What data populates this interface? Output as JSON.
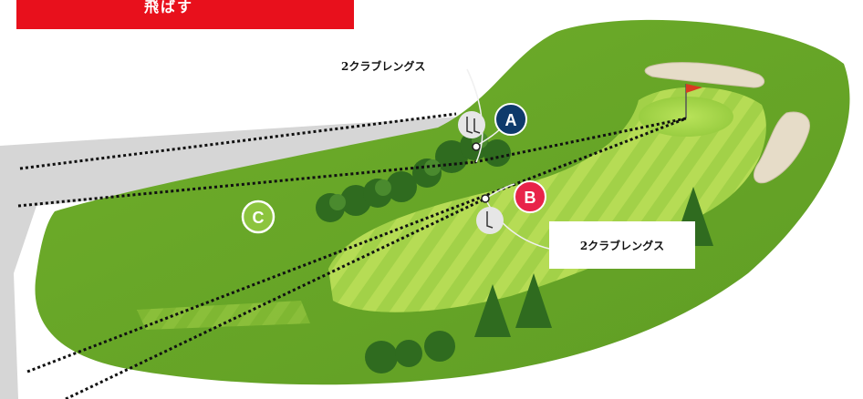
{
  "banner": {
    "text": "飛ばす"
  },
  "labels": {
    "top": "2クラブレングス",
    "right": "2クラブレングス"
  },
  "markers": [
    {
      "letter": "A",
      "color": "#0e3a6b"
    },
    {
      "letter": "B",
      "color": "#e8234a"
    },
    {
      "letter": "C",
      "color": "#8cc43e"
    }
  ],
  "colors": {
    "fairway": "#7dba2e",
    "fairway_light": "#9fd046",
    "out_of_bounds": "#d6d6d6",
    "sand": "#e6dcc8",
    "flag": "#d93a22"
  }
}
